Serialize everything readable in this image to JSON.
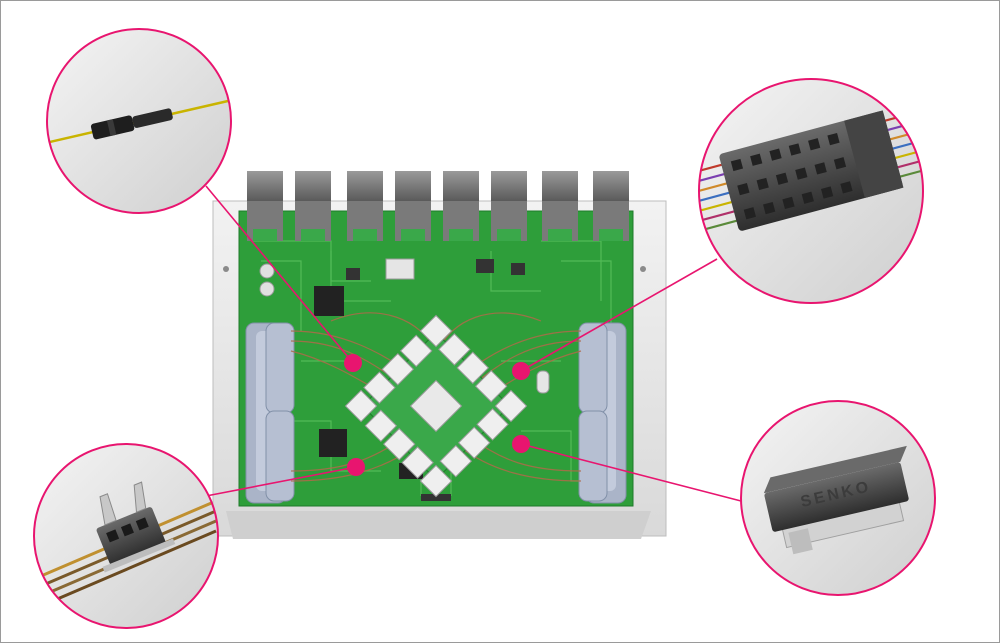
{
  "scene": {
    "subject": "pcb-optical-fiber-board",
    "accent_color": "#e8156f",
    "board_color": "#2e9e3a",
    "tray_color": "#e6e6e6"
  },
  "connectors": {
    "front_ports_count": 8,
    "central_modules_count": 16
  },
  "callouts": [
    {
      "id": "fiber-splice-sleeve",
      "icon": "fiber-sleeve-icon"
    },
    {
      "id": "mt-ferrule-stack",
      "icon": "ribbon-connector-icon"
    },
    {
      "id": "ribbon-clip-connector",
      "icon": "ribbon-clip-icon"
    },
    {
      "id": "senko-connector",
      "icon": "senko-connector-icon",
      "label": "SENKO"
    }
  ]
}
